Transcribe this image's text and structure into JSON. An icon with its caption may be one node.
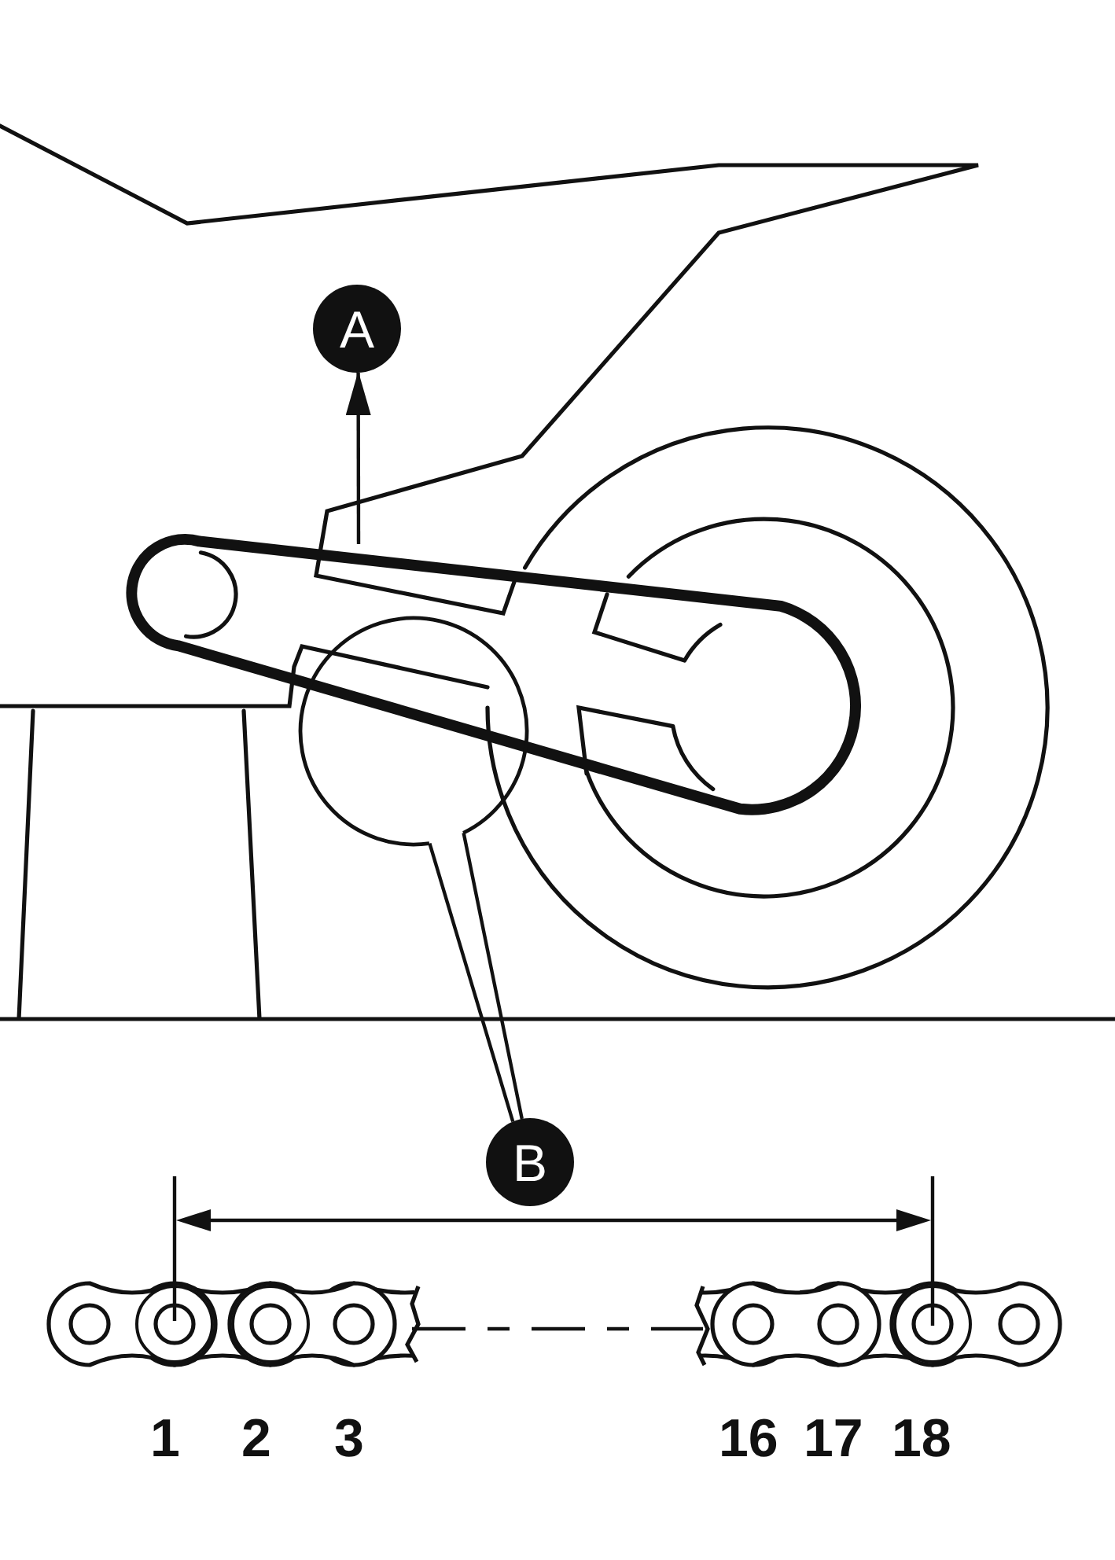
{
  "diagram": {
    "nodes": [
      {
        "text": [
          "A"
        ]
      },
      {
        "text": [],
        "shape": "circle"
      },
      {
        "text": [
          "B"
        ]
      }
    ],
    "edges": [
      {
        "from": null,
        "to": 0,
        "arrow": "to"
      },
      {
        "from": 1,
        "to": 2,
        "arrow": "none"
      },
      {
        "from": 1,
        "to": 2,
        "arrow": "none"
      }
    ],
    "labels": [
      "1",
      "2",
      "3",
      "16",
      "17",
      "18"
    ]
  }
}
